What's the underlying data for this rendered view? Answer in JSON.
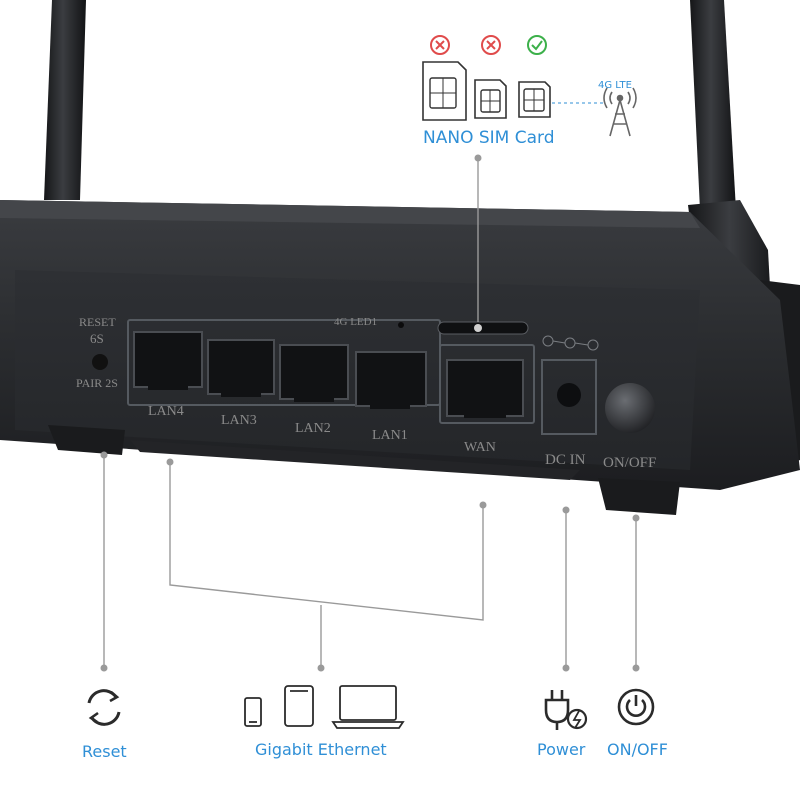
{
  "sim": {
    "title": "NANO SIM Card",
    "network_label": "4G LTE",
    "options": [
      {
        "status": "cross-icon",
        "valid": false
      },
      {
        "status": "cross-icon",
        "valid": false
      },
      {
        "status": "check-icon",
        "valid": true
      }
    ]
  },
  "panel": {
    "reset_label_top": "RESET",
    "reset_label_mid": "6S",
    "reset_label_bottom": "PAIR 2S",
    "led_label": "4G LED1",
    "ports": [
      {
        "label": "LAN4"
      },
      {
        "label": "LAN3"
      },
      {
        "label": "LAN2"
      },
      {
        "label": "LAN1"
      }
    ],
    "wan_label": "WAN",
    "dc_label": "DC IN",
    "onoff_label": "ON/OFF"
  },
  "features": {
    "reset": {
      "label": "Reset",
      "icon": "reset-icon"
    },
    "ethernet": {
      "label": "Gigabit Ethernet",
      "icons": [
        "phone-icon",
        "tablet-icon",
        "laptop-icon"
      ]
    },
    "power": {
      "label": "Power",
      "icon": "power-plug-icon"
    },
    "onoff": {
      "label": "ON/OFF",
      "icon": "power-button-icon"
    }
  },
  "colors": {
    "accent": "#2f8fd6",
    "cross": "#e04b4b",
    "check": "#3cb04a",
    "router_body": "#2a2c2f",
    "callout_line": "#9a9a9a"
  }
}
